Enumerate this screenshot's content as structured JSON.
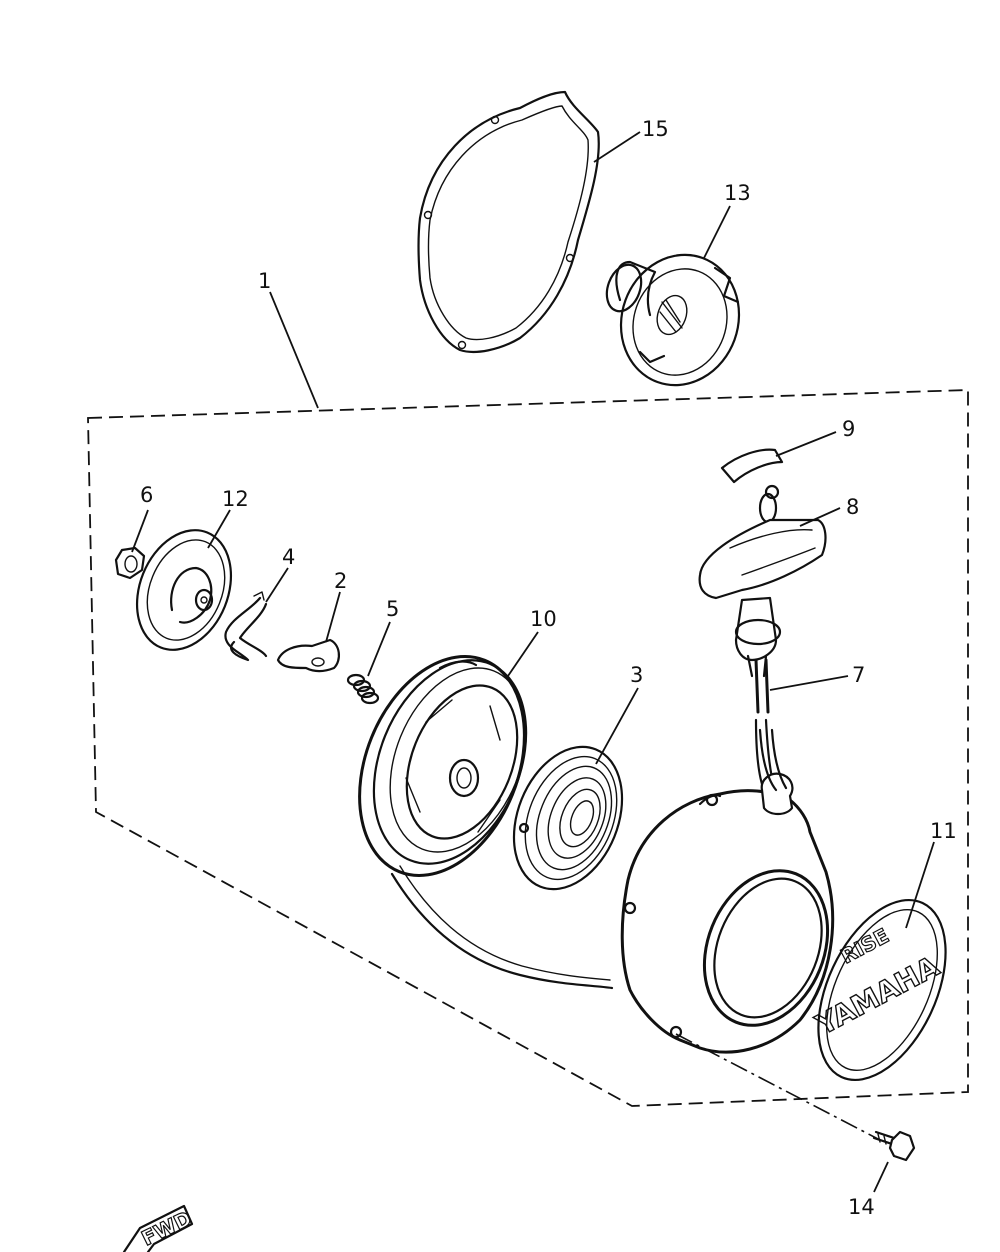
{
  "callouts": {
    "c1": "1",
    "c2": "2",
    "c3": "3",
    "c4": "4",
    "c5": "5",
    "c6": "6",
    "c7": "7",
    "c8": "8",
    "c9": "9",
    "c10": "10",
    "c11": "11",
    "c12": "12",
    "c13": "13",
    "c14": "14",
    "c15": "15"
  },
  "emblem": {
    "brand": "YAMAHA",
    "model": "RISE"
  },
  "direction_marker": "FWD"
}
